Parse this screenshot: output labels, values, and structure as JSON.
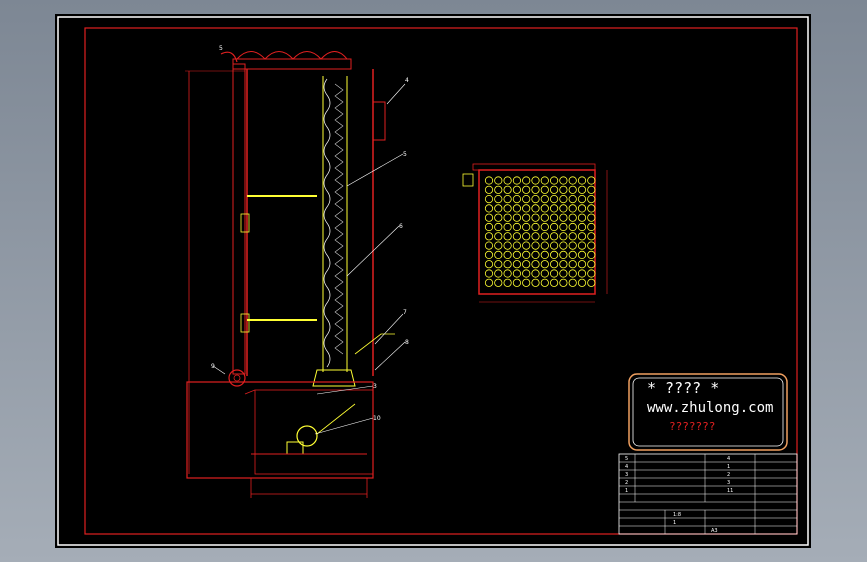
{
  "colors": {
    "background_gray": "#8e97a3",
    "sheet": "#000000",
    "frame_red": "#e02020",
    "part_yellow": "#ffff33",
    "leader_white": "#ffffff",
    "watermark_orange": "#f0a060",
    "dim_orange": "#d08040"
  },
  "watermark": {
    "line1": "* ???? *",
    "line2": "www.zhulong.com",
    "line3": "???????"
  },
  "callouts": [
    "5",
    "4",
    "5",
    "6",
    "7",
    "8",
    "9",
    "3",
    "10"
  ],
  "parts_table": {
    "rows": [
      [
        "5",
        "",
        "4",
        ""
      ],
      [
        "4",
        "",
        "1",
        ""
      ],
      [
        "3",
        "",
        "2",
        ""
      ],
      [
        "2",
        "",
        "3",
        ""
      ],
      [
        "1",
        "",
        "11",
        ""
      ]
    ],
    "title_block": [
      "1:8",
      "1",
      "A3"
    ]
  }
}
